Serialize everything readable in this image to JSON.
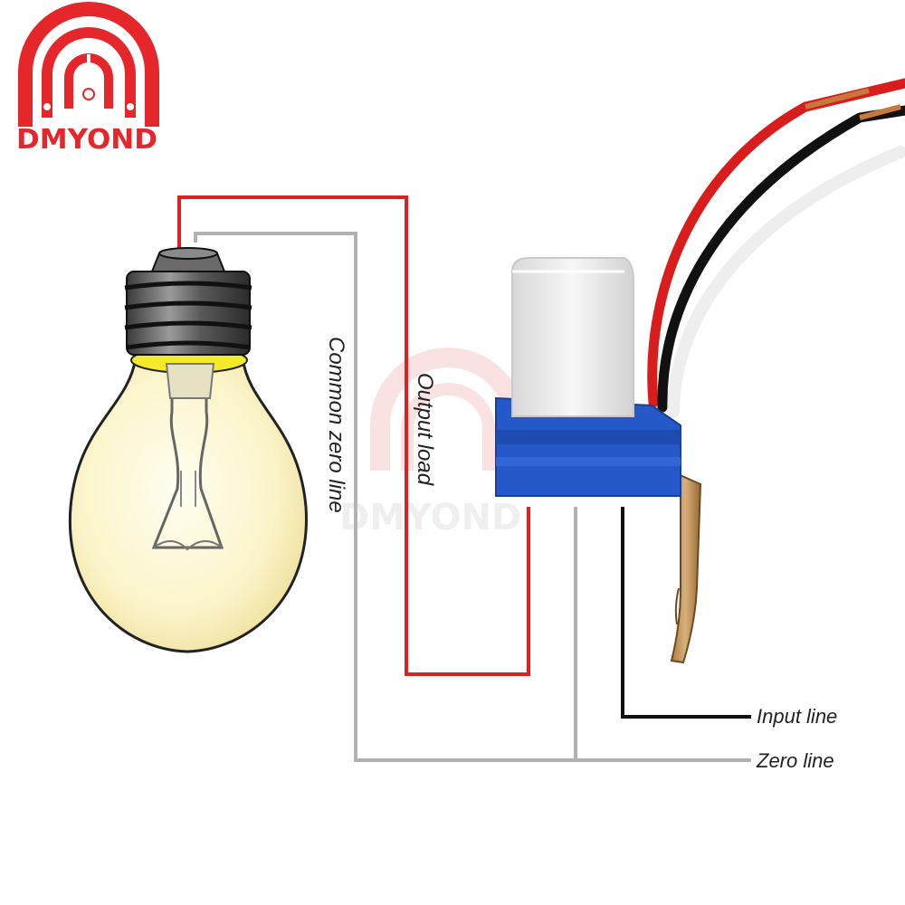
{
  "brand": {
    "logo_text": "DMYOND",
    "watermark_text": "DMYOND"
  },
  "labels": {
    "common_zero_line": "Common zero line",
    "output_load": "Output load",
    "input_line": "Input line",
    "zero_line": "Zero line"
  },
  "colors": {
    "brand_red": "#e5262b",
    "live_wire": "#e0201e",
    "neutral_wire": "#b2b2b2",
    "black_wire": "#111111",
    "switch_base": "#2558c8",
    "switch_cap": "#eeeeee",
    "bulb_glass": "#fbf6d0",
    "bulb_glow": "#f2ea2a"
  },
  "icons": [
    "light-bulb-icon",
    "photocell-switch-icon",
    "dmyond-logo-icon"
  ]
}
